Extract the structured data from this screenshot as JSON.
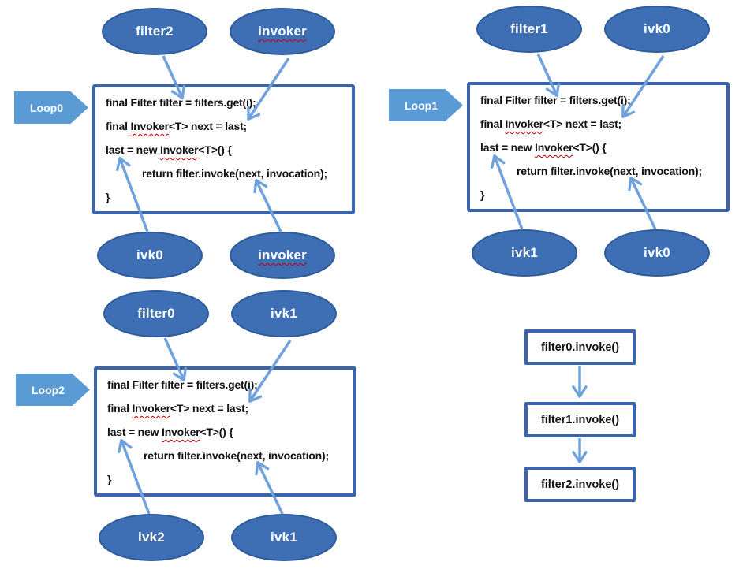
{
  "colors": {
    "ellipse_fill": "#3E6FB5",
    "ellipse_border": "#2E5B9A",
    "box_border": "#3A65AE",
    "banner_fill": "#5B9BD5",
    "arrow": "#6FA2DC",
    "spellcheck_squiggle": "#C00000",
    "code_text": "#111111",
    "label_text": "#ffffff"
  },
  "code_block": {
    "line1": "final Filter filter = filters.get(i);",
    "line2_pre": "final ",
    "line2_word": "Invoker",
    "line2_post": "<T> next = last;",
    "line3_pre": "last = new ",
    "line3_word": "Invoker",
    "line3_post": "<T>() {",
    "line4": "return filter.invoke(next, invocation);",
    "line5": "}"
  },
  "loops": [
    {
      "label": "Loop0",
      "top_left": "filter2",
      "top_right": "invoker",
      "bottom_left": "ivk0",
      "bottom_right": "invoker"
    },
    {
      "label": "Loop1",
      "top_left": "filter1",
      "top_right": "ivk0",
      "bottom_left": "ivk1",
      "bottom_right": "ivk0"
    },
    {
      "label": "Loop2",
      "top_left": "filter0",
      "top_right": "ivk1",
      "bottom_left": "ivk2",
      "bottom_right": "ivk1"
    }
  ],
  "flow": {
    "steps": [
      "filter0.invoke()",
      "filter1.invoke()",
      "filter2.invoke()"
    ]
  }
}
